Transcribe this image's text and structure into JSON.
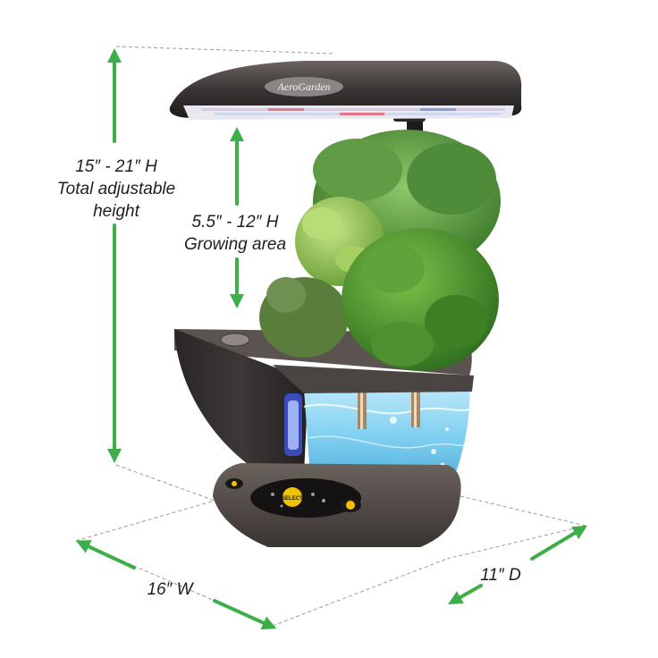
{
  "brand": {
    "logo_text": "AeroGarden"
  },
  "dimensions": {
    "total_height": {
      "range": "15″ - 21″ H",
      "caption_line1": "Total adjustable",
      "caption_line2": "height"
    },
    "growing_area": {
      "range": "5.5″ - 12″ H",
      "caption": "Growing area"
    },
    "width": {
      "label": "16″ W"
    },
    "depth": {
      "label": "11″ D"
    }
  },
  "control_panel": {
    "select_button": "SELECT"
  },
  "colors": {
    "arrow_green": "#3dae49",
    "body_dark": "#2e2b2a",
    "body_bronze": "#5a514d",
    "water_blue": "#7fcff0",
    "foliage_green": "#3f8f2c",
    "select_yellow": "#f2c200"
  }
}
